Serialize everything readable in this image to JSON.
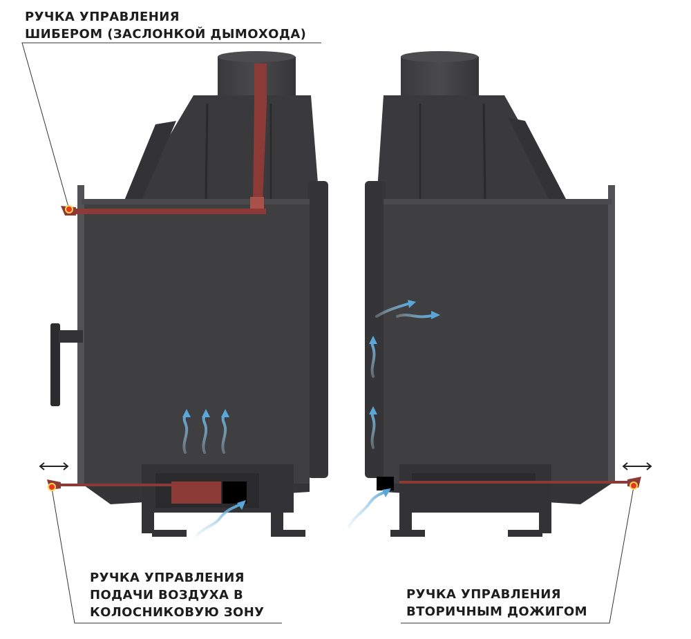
{
  "labels": {
    "damper_handle": {
      "line1": "РУЧКА УПРАВЛЕНИЯ",
      "line2": "ШИБЕРОМ (ЗАСЛОНКОЙ ДЫМОХОДА)"
    },
    "air_supply_handle": {
      "line1": "РУЧКА УПРАВЛЕНИЯ",
      "line2": "ПОДАЧИ ВОЗДУХА В",
      "line3": "КОЛОСНИКОВУЮ ЗОНУ"
    },
    "secondary_burn_handle": {
      "line1": "РУЧКА УПРАВЛЕНИЯ",
      "line2": "ВТОРИЧНЫМ ДОЖИГОМ"
    }
  },
  "icons": {
    "move_arrow_left": "double-arrow-icon",
    "move_arrow_right": "double-arrow-icon",
    "airflow": "airflow-arrow-icon"
  },
  "colors": {
    "body": "#3f3f41",
    "body_dark": "#2f2f31",
    "body_edge": "#525254",
    "handle_red": "#8c3a36",
    "handle_red_light": "#a8514b",
    "marker": "#e63a25",
    "airflow_blue": "#6fb2dd"
  }
}
